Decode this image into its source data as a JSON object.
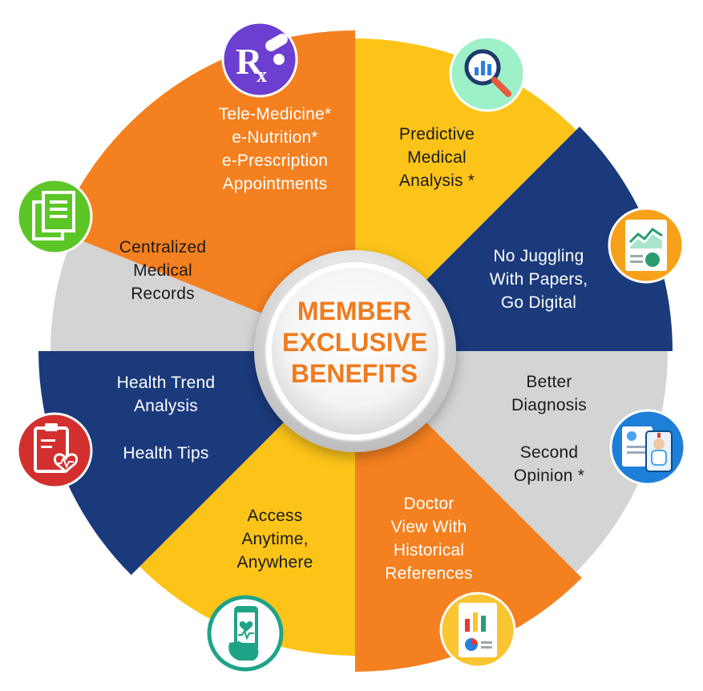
{
  "center": {
    "lines": [
      "MEMBER",
      "EXCLUSIVE",
      "BENEFITS"
    ]
  },
  "segments": [
    {
      "key": "telemedicine",
      "lines": [
        "Tele-Medicine*",
        "e-Nutrition*",
        "e-Prescription",
        "Appointments"
      ],
      "icon": "rx-prescription-icon",
      "color": "#f58020"
    },
    {
      "key": "predictive",
      "lines": [
        "Predictive",
        "Medical",
        "Analysis *"
      ],
      "icon": "analytics-magnifier-icon",
      "color": "#fcc419"
    },
    {
      "key": "digital",
      "lines": [
        "No Juggling",
        "With Papers,",
        "Go Digital"
      ],
      "icon": "digital-report-icon",
      "color": "#1a3a7c"
    },
    {
      "key": "diagnosis",
      "lines": [
        "Better",
        "Diagnosis",
        "Second",
        "Opinion *"
      ],
      "icon": "doctor-tablet-icon",
      "color": "#d4d4d4"
    },
    {
      "key": "doctor",
      "lines": [
        "Doctor",
        "View With",
        "Historical",
        "References"
      ],
      "icon": "report-charts-icon",
      "color": "#f58020"
    },
    {
      "key": "access",
      "lines": [
        "Access",
        "Anytime,",
        "Anywhere"
      ],
      "icon": "mobile-health-icon",
      "color": "#fcc419"
    },
    {
      "key": "trend",
      "lines": [
        "Health Trend",
        "Analysis",
        "Health Tips"
      ],
      "icon": "health-clipboard-icon",
      "color": "#1a3a7c"
    },
    {
      "key": "records",
      "lines": [
        "Centralized",
        "Medical",
        "Records"
      ],
      "icon": "documents-icon",
      "color": "#d4d4d4"
    }
  ]
}
